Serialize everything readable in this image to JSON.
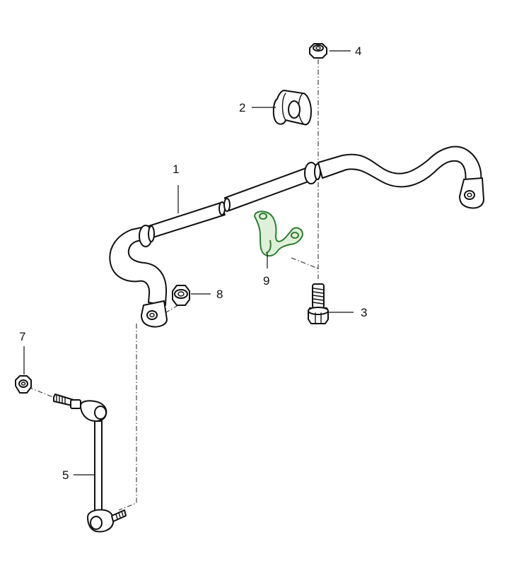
{
  "colors": {
    "line": "#111111",
    "background": "#ffffff",
    "highlight_stroke": "#2e7d32",
    "highlight_fill": "#dff0d8"
  },
  "callouts": {
    "p1": "1",
    "p2": "2",
    "p3": "3",
    "p4": "4",
    "p5": "5",
    "p7": "7",
    "p8": "8",
    "p9": "9"
  },
  "highlighted_part": "9"
}
